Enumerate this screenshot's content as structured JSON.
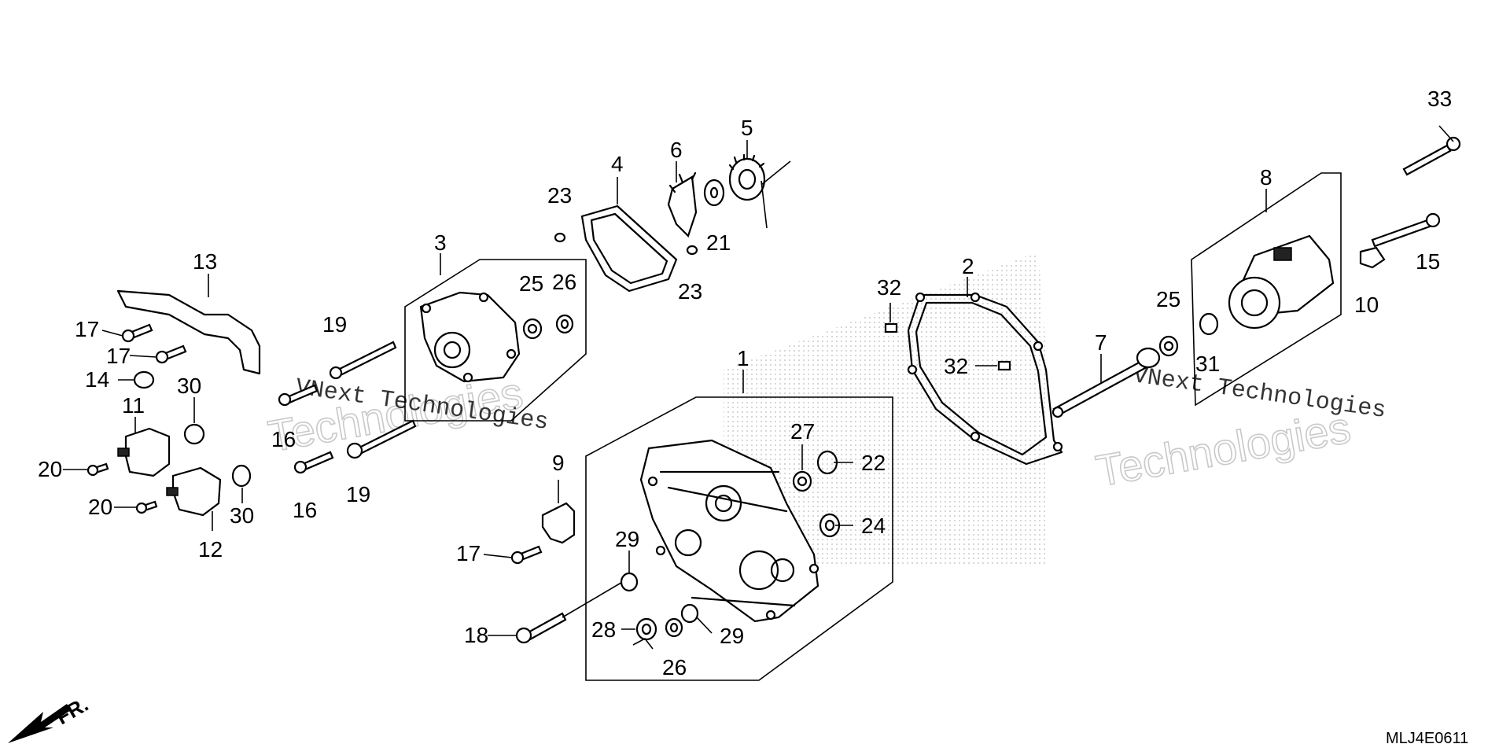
{
  "diagram_code": "MLJ4E0611",
  "direction_label": "FR.",
  "watermark": {
    "line1": "VNext Technologies",
    "line2": "Technologies"
  },
  "callouts": [
    "1",
    "2",
    "3",
    "4",
    "5",
    "6",
    "7",
    "8",
    "9",
    "10",
    "11",
    "12",
    "13",
    "14",
    "15",
    "16",
    "16",
    "17",
    "17",
    "17",
    "18",
    "19",
    "19",
    "20",
    "20",
    "21",
    "22",
    "23",
    "23",
    "24",
    "25",
    "25",
    "26",
    "26",
    "27",
    "28",
    "29",
    "29",
    "30",
    "30",
    "31",
    "32",
    "32",
    "33"
  ]
}
